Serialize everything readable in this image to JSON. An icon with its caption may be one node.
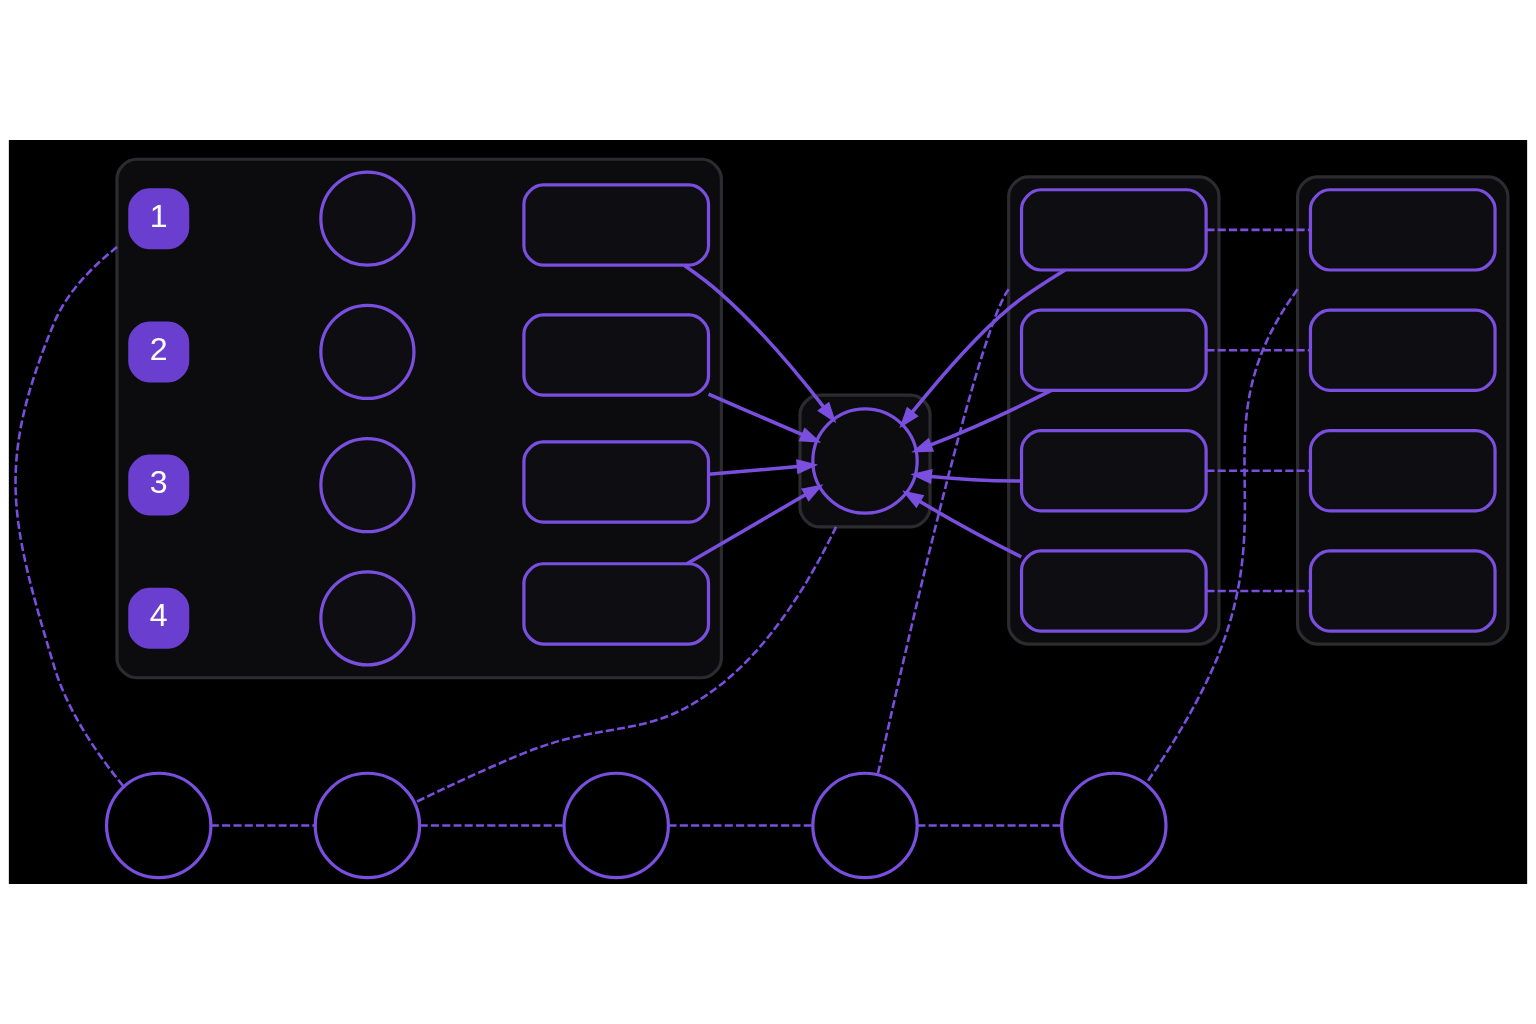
{
  "diagram": {
    "nodes": [
      {
        "text": [],
        "shape": "box"
      },
      {
        "text": [
          "1"
        ],
        "in": 0
      },
      {
        "text": [],
        "shape": "person",
        "in": 0
      },
      {
        "text": [],
        "shape": "box",
        "in": 0
      },
      {
        "text": [
          "2"
        ],
        "in": 0
      },
      {
        "text": [],
        "shape": "person",
        "in": 0
      },
      {
        "text": [],
        "shape": "box",
        "in": 0
      },
      {
        "text": [
          "3"
        ],
        "in": 0
      },
      {
        "text": [],
        "shape": "person",
        "in": 0
      },
      {
        "text": [],
        "shape": "box",
        "in": 0
      },
      {
        "text": [
          "4"
        ],
        "in": 0
      },
      {
        "text": [],
        "shape": "person",
        "in": 0
      },
      {
        "text": [],
        "shape": "box",
        "in": 0
      },
      {
        "text": [],
        "shape": "box"
      },
      {
        "text": [],
        "shape": "circle",
        "in": 13
      },
      {
        "text": [],
        "shape": "box"
      },
      {
        "text": [],
        "shape": "box",
        "in": 15
      },
      {
        "text": [],
        "shape": "box",
        "in": 15
      },
      {
        "text": [],
        "shape": "box",
        "in": 15
      },
      {
        "text": [],
        "shape": "box",
        "in": 15
      },
      {
        "text": [],
        "shape": "box"
      },
      {
        "text": [],
        "shape": "box",
        "in": 20
      },
      {
        "text": [],
        "shape": "box",
        "in": 20
      },
      {
        "text": [],
        "shape": "box",
        "in": 20
      },
      {
        "text": [],
        "shape": "box",
        "in": 20
      },
      {
        "text": [],
        "shape": "circle"
      },
      {
        "text": [],
        "shape": "circle"
      },
      {
        "text": [],
        "shape": "circle"
      },
      {
        "text": [],
        "shape": "circle"
      },
      {
        "text": [],
        "shape": "circle"
      }
    ],
    "edges": [
      {
        "from": 3,
        "to": 14,
        "arrow": "to"
      },
      {
        "from": 6,
        "to": 14,
        "arrow": "to"
      },
      {
        "from": 9,
        "to": 14,
        "arrow": "to"
      },
      {
        "from": 12,
        "to": 14,
        "arrow": "to"
      },
      {
        "from": 16,
        "to": 14,
        "arrow": "to"
      },
      {
        "from": 17,
        "to": 14,
        "arrow": "to"
      },
      {
        "from": 18,
        "to": 14,
        "arrow": "to"
      },
      {
        "from": 19,
        "to": 14,
        "arrow": "to"
      },
      {
        "from": 16,
        "to": 21,
        "arrow": "none",
        "style": "dashed"
      },
      {
        "from": 17,
        "to": 22,
        "arrow": "none",
        "style": "dashed"
      },
      {
        "from": 18,
        "to": 23,
        "arrow": "none",
        "style": "dashed"
      },
      {
        "from": 19,
        "to": 24,
        "arrow": "none",
        "style": "dashed"
      },
      {
        "from": 0,
        "to": 25,
        "arrow": "none",
        "style": "dashed"
      },
      {
        "from": 13,
        "to": 26,
        "arrow": "none",
        "style": "dashed"
      },
      {
        "from": 15,
        "to": 28,
        "arrow": "none",
        "style": "dashed"
      },
      {
        "from": 20,
        "to": 29,
        "arrow": "none",
        "style": "dashed"
      },
      {
        "from": 25,
        "to": 26,
        "arrow": "none",
        "style": "dashed"
      },
      {
        "from": 26,
        "to": 27,
        "arrow": "none",
        "style": "dashed"
      },
      {
        "from": 27,
        "to": 28,
        "arrow": "none",
        "style": "dashed"
      },
      {
        "from": 28,
        "to": 29,
        "arrow": "none",
        "style": "dashed"
      }
    ]
  }
}
